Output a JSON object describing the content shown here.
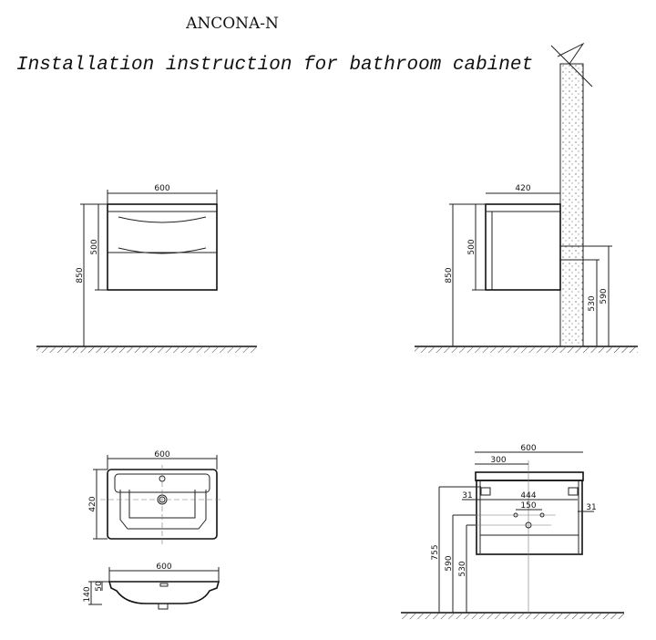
{
  "title": "ANCONA-N",
  "subtitle": "Installation instruction for bathroom cabinet",
  "front_view": {
    "width": "600",
    "total_height": "850",
    "cabinet_height": "500"
  },
  "side_view": {
    "depth": "420",
    "total_height": "850",
    "cabinet_height": "500",
    "bracket_low": "530",
    "bracket_high": "590"
  },
  "basin_top": {
    "width": "600",
    "depth": "420"
  },
  "basin_section": {
    "width": "600",
    "height": "140",
    "rim": "50"
  },
  "rear_view": {
    "width": "600",
    "half_width": "300",
    "bracket_spacing": "444",
    "edge_left": "31",
    "edge_right": "31",
    "pipe_spacing": "150",
    "height_top": "755",
    "height_mid": "590",
    "height_low": "530"
  }
}
